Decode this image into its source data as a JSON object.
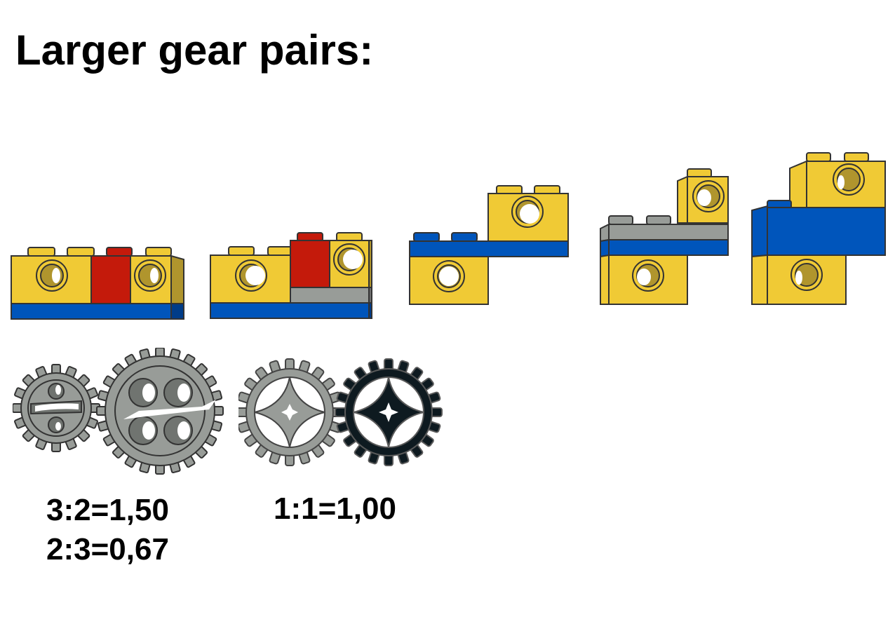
{
  "title": "Larger gear pairs:",
  "colors": {
    "yellow": "#F0CA35",
    "yellow_shade": "#B0952D",
    "blue": "#0055BB",
    "blue_shade": "#003C88",
    "red": "#C41A0B",
    "gray": "#989C98",
    "dark_gray_gear": "#0E1A20",
    "outline": "#333333"
  },
  "assemblies": [
    {
      "id": 1,
      "description": "Two yellow 1x2 technic bricks with red 1x1 brick between, on blue plate"
    },
    {
      "id": 2,
      "description": "Yellow technic brick, red brick over gray plate, yellow technic brick on top, on blue plate"
    },
    {
      "id": 3,
      "description": "Yellow technic brick below blue plate, offset yellow technic brick above"
    },
    {
      "id": 4,
      "description": "Yellow technic brick below blue and gray plates, offset yellow technic brick above"
    },
    {
      "id": 5,
      "description": "Yellow technic brick below blue brick, offset yellow technic brick above"
    }
  ],
  "gear_pairs": [
    {
      "gears": [
        {
          "teeth": 16,
          "color": "light gray"
        },
        {
          "teeth": 24,
          "color": "light gray"
        }
      ],
      "ratios": [
        "3:2=1,50",
        "2:3=0,67"
      ]
    },
    {
      "gears": [
        {
          "teeth": 20,
          "color": "light gray"
        },
        {
          "teeth": 20,
          "color": "black"
        }
      ],
      "ratios": [
        "1:1=1,00"
      ]
    }
  ]
}
